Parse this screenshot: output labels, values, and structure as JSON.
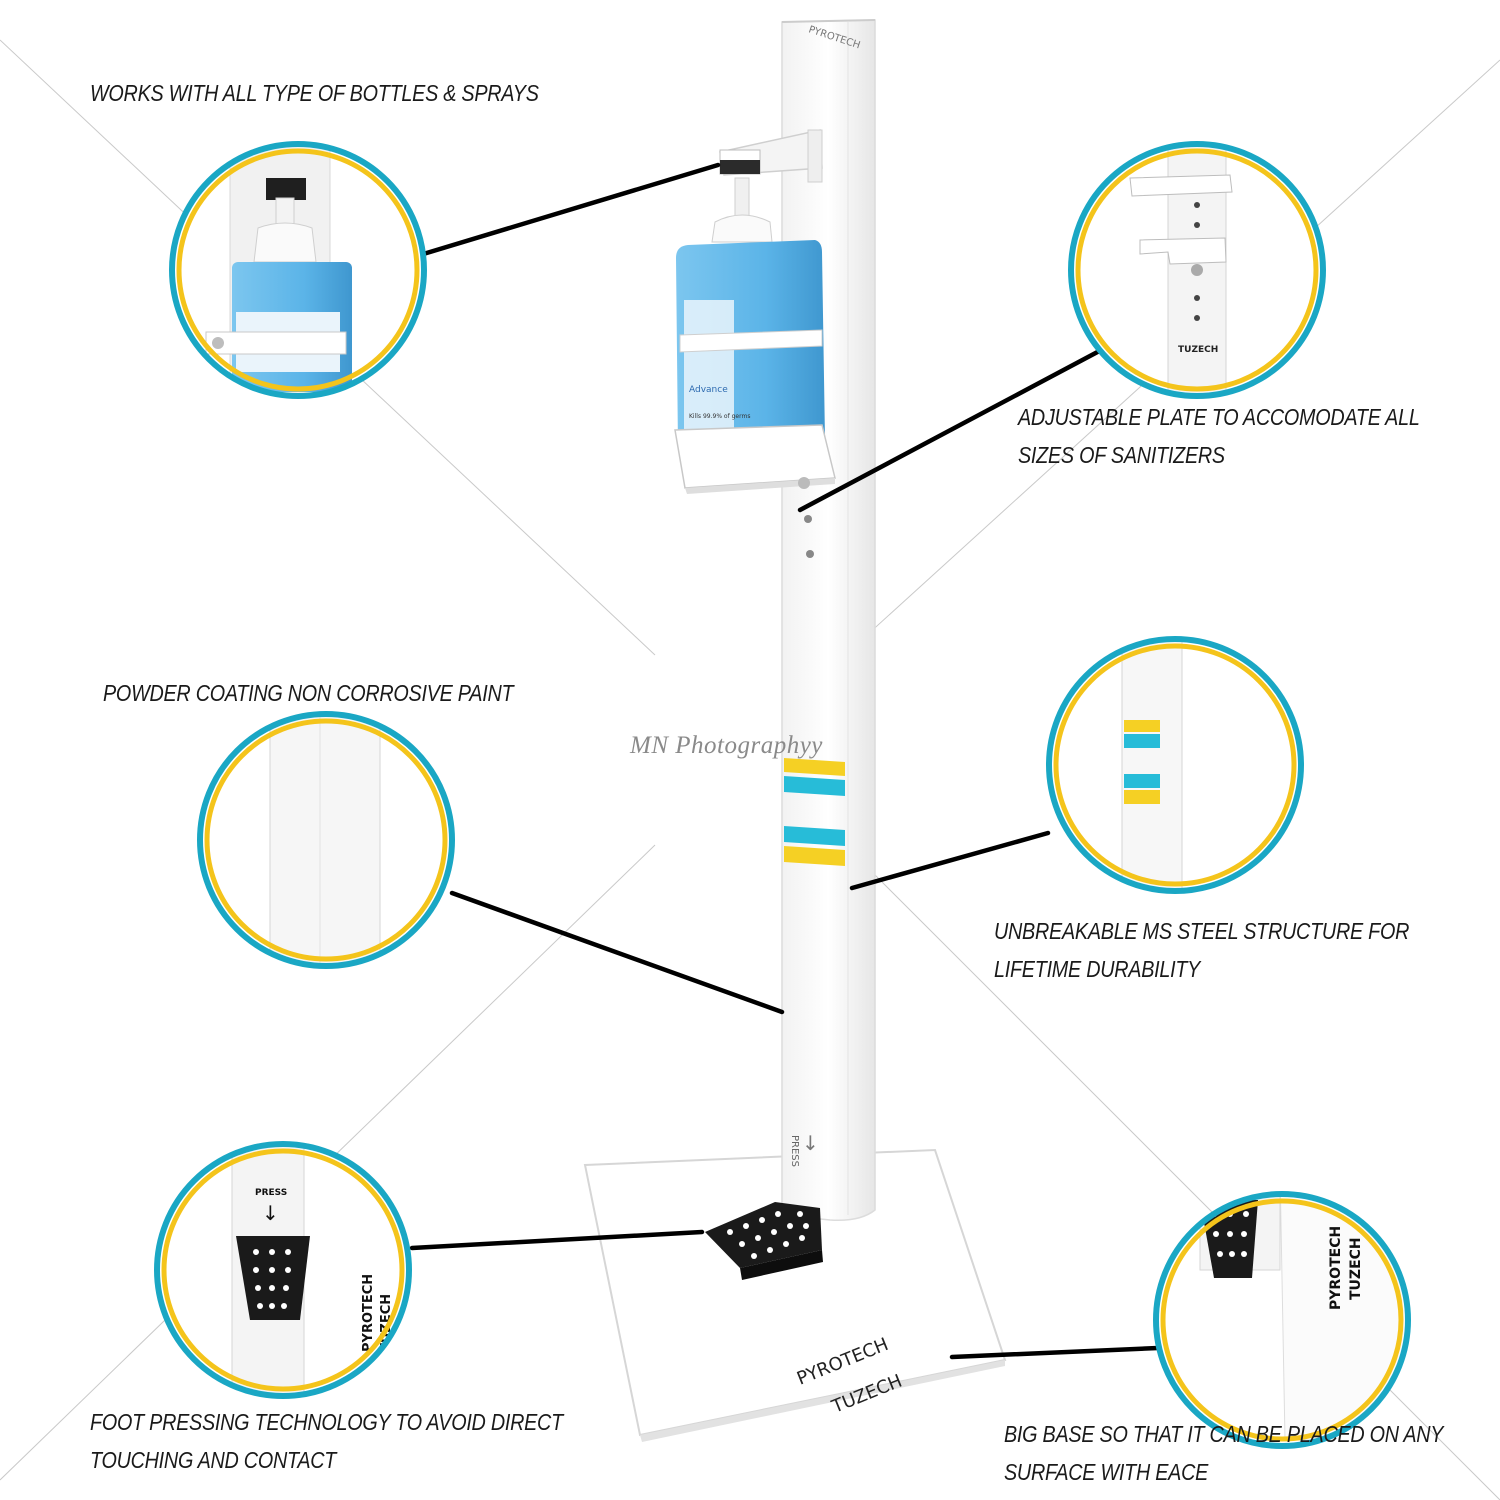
{
  "captions": {
    "bottles": "WORKS WITH ALL TYPE OF BOTTLES & SPRAYS",
    "plate": [
      "ADJUSTABLE PLATE TO ACCOMODATE ALL",
      "SIZES OF SANITIZERS"
    ],
    "coating": "POWDER COATING NON CORROSIVE PAINT",
    "structure": [
      "UNBREAKABLE MS STEEL STRUCTURE FOR",
      "LIFETIME DURABILITY"
    ],
    "foot": [
      "FOOT PRESSING TECHNOLOGY TO AVOID DIRECT",
      "TOUCHING AND CONTACT"
    ],
    "base": [
      "BIG BASE SO THAT IT CAN BE PLACED ON ANY",
      "SURFACE WITH EACE"
    ]
  },
  "labels": {
    "pole_top": "PYROTECH",
    "brand_1": "PYROTECH",
    "brand_2": "TUZECH",
    "zoom_brand": "TUZECH",
    "press": "PRESS",
    "bottle_badge": "Advance",
    "bottle_note": "Kills 99.9% of germs"
  },
  "watermark": "MN Photographyy",
  "colors": {
    "ring_outer": "#1aa7c4",
    "ring_inner": "#f4c41b",
    "stripe_yellow": "#f5d024",
    "stripe_cyan": "#27bcd8",
    "bottle": "#5bb4e8",
    "pedal": "#1a1a1a",
    "stand": "#ffffff"
  }
}
